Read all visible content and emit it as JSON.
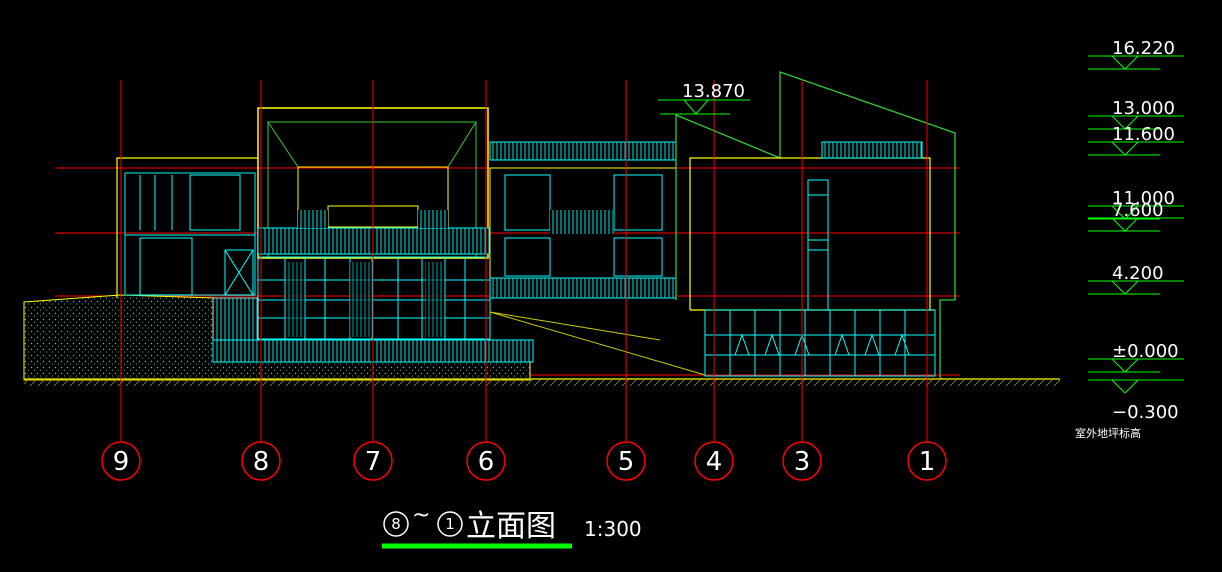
{
  "colors": {
    "background": "#000000",
    "grid": "#ff0000",
    "outline": "#ffff00",
    "curtain": "#00ffff",
    "roof": "#33cc33",
    "ground": "#999900",
    "level_mark": "#00ff00",
    "text": "#ffffff"
  },
  "levels": {
    "right": [
      "16.220",
      "13.000",
      "11.600",
      "11.000",
      "7.600",
      "4.200",
      "±0.000",
      "−0.300"
    ],
    "top": "13.870"
  },
  "ground_note": "室外地坪标高",
  "axes": [
    "9",
    "8",
    "7",
    "6",
    "5",
    "4",
    "3",
    "1"
  ],
  "title": {
    "from_axis": "8",
    "tilde": "~",
    "to_axis": "1",
    "text": "立面图",
    "scale": "1:300"
  }
}
